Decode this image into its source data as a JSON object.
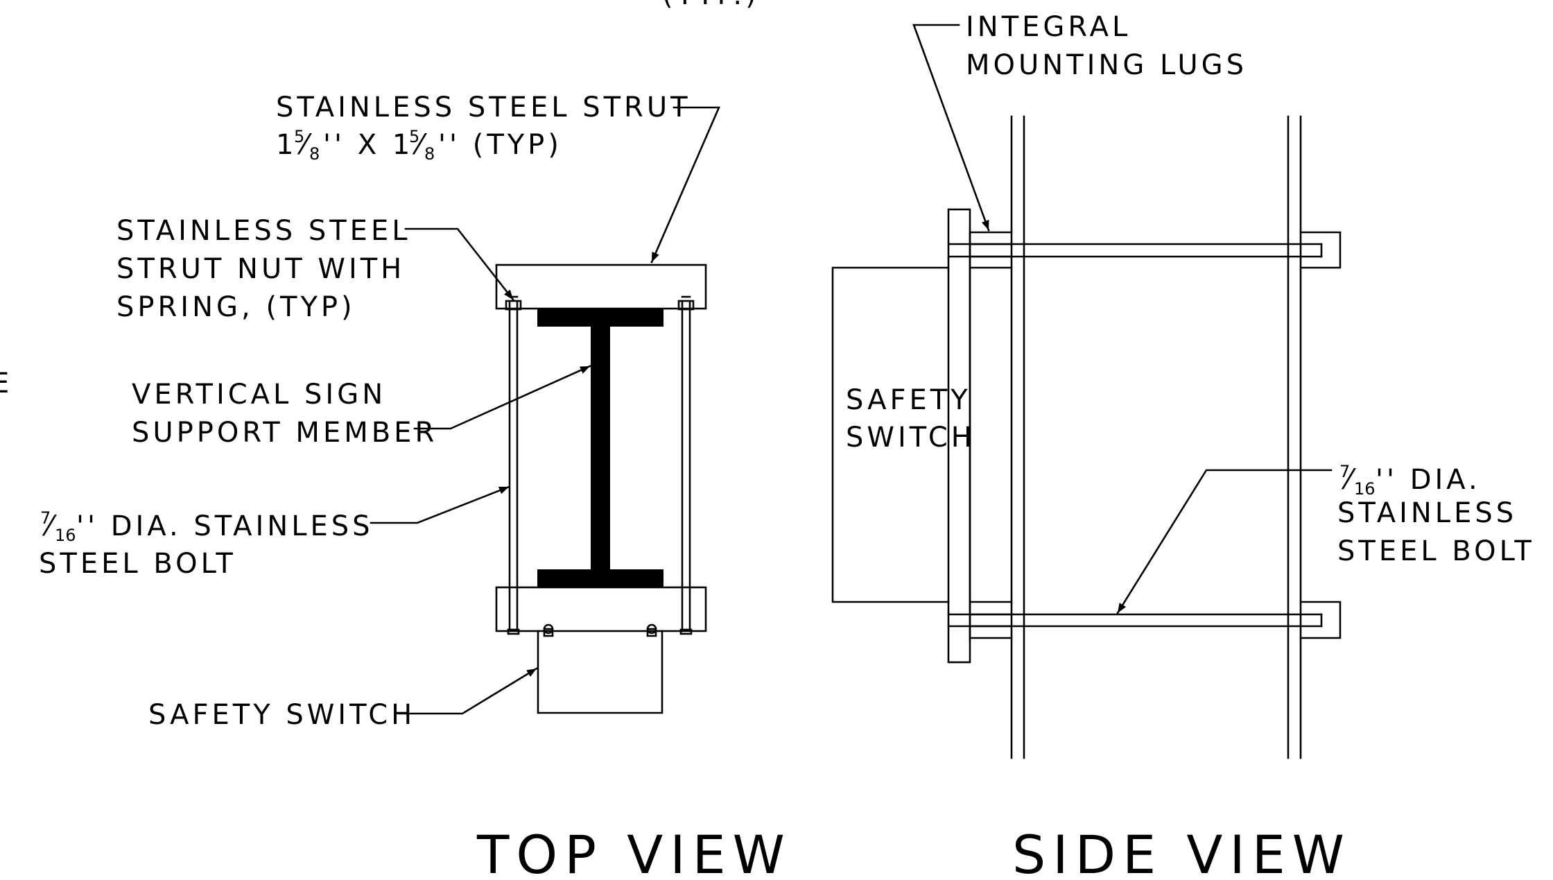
{
  "top_view": {
    "title": "TOP VIEW",
    "labels": {
      "strut_line1": "STAINLESS STEEL STRUT",
      "strut_line2": "1⅝\" X 1⅝\" (TYP)",
      "nut_line1": "STAINLESS STEEL",
      "nut_line2": "STRUT NUT WITH",
      "nut_line3": "SPRING, (TYP)",
      "member_line1": "VERTICAL SIGN",
      "member_line2": "SUPPORT MEMBER",
      "bolt_line1": "7/16\" DIA. STAINLESS",
      "bolt_line2": "STEEL BOLT",
      "switch": "SAFETY SWITCH"
    }
  },
  "side_view": {
    "title": "SIDE VIEW",
    "labels": {
      "lugs_line1": "INTEGRAL",
      "lugs_line2": "MOUNTING LUGS",
      "switch_line1": "SAFETY",
      "switch_line2": "SWITCH",
      "bolt_line1": "7/16\" DIA.",
      "bolt_line2": "STAINLESS",
      "bolt_line3": "STEEL BOLT"
    }
  },
  "fragments": {
    "top_cut": "(TYP.)",
    "left_cut": "E"
  }
}
